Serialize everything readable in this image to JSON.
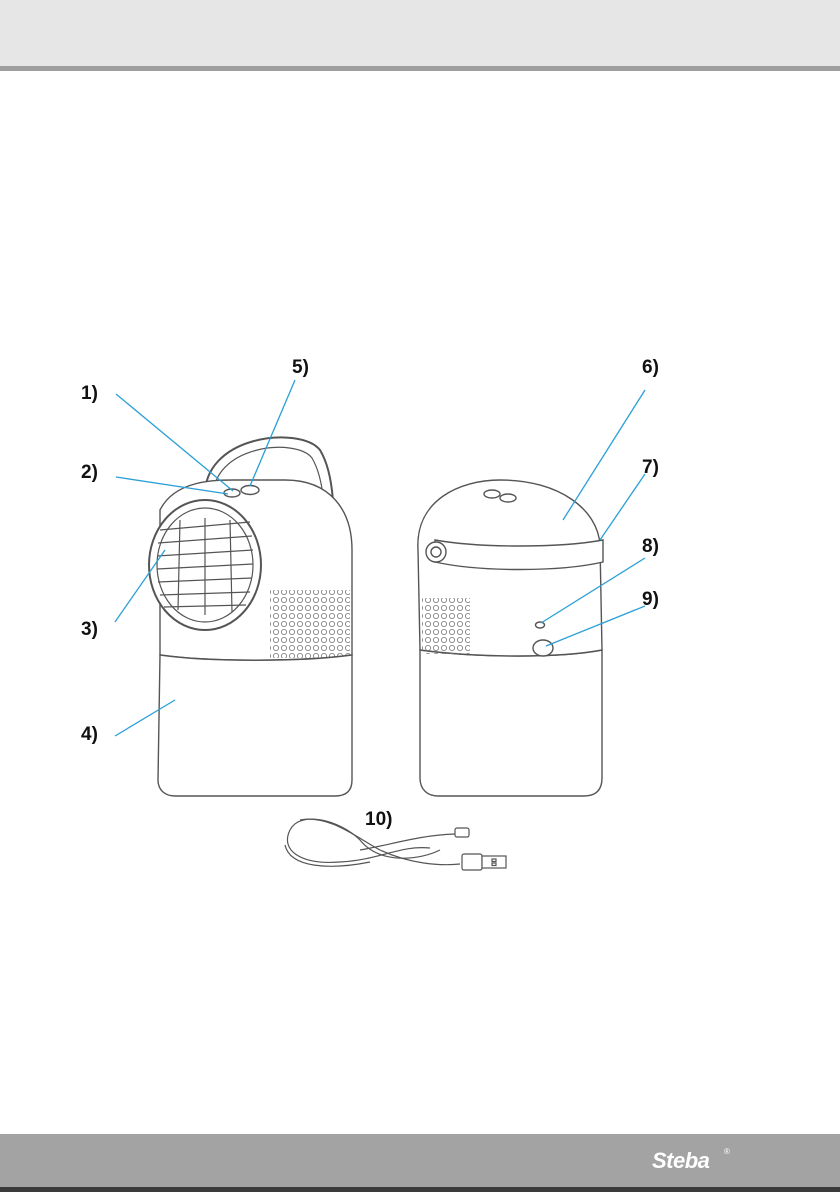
{
  "colors": {
    "header_bg": "#e6e6e6",
    "header_rule": "#9e9e9e",
    "footer_bg": "#a3a3a3",
    "leader_line": "#2b9fd8",
    "drawing_stroke": "#555555"
  },
  "figure": {
    "callouts": [
      "1)",
      "2)",
      "3)",
      "4)",
      "5)",
      "6)",
      "7)",
      "8)",
      "9)",
      "10)"
    ]
  },
  "footer": {
    "logo": "Steba",
    "logo_mark": "®"
  }
}
